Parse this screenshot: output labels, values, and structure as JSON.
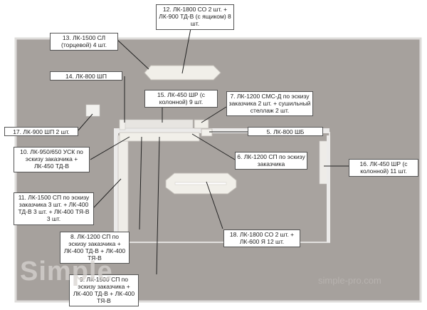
{
  "callouts": {
    "c12": "12. ЛК-1800 СО 2 шт. + ЛК-900 ТД-В (с ящиком) 8 шт.",
    "c13": "13. ЛК-1500 СЛ (торцевой) 4 шт.",
    "c14": "14. ЛК-800 ШП",
    "c15": "15. ЛК-450 ШР (с колонной) 9 шт.",
    "c7": "7. ЛК-1200 СМС-Д по эскизу заказчика 2 шт. + сушильный стеллаж 2 шт.",
    "c17": "17. ЛК-900 ШП 2 шт.",
    "c5": "5. ЛК-800 ШБ",
    "c10": "10. ЛК-950/650 УСК по эскизу заказчика + ЛК-450 ТД-В",
    "c6": "6. ЛК-1200 СП по эскизу заказчика",
    "c16": "16. ЛК-450 ШР (с колонной) 11 шт.",
    "c11": "11. ЛК-1500 СП по эскизу заказчика 3 шт. + ЛК-400 ТД-В 3 шт. + ЛК-400 ТЯ-В 3 шт.",
    "c8": "8. ЛК-1200 СП по эскизу заказчика + ЛК-400 ТД-В + ЛК-400 ТЯ-В",
    "c18": "18. ЛК-1800 СО 2 шт. + ЛК-600 Я 12 шт.",
    "c9": "9. ЛК-1500 СП по эскизу заказчика + ЛК-400 ТД-В + ЛК-400 ТЯ-В"
  },
  "watermarks": {
    "left": "Simple",
    "right": "simple-pro.com"
  },
  "colors": {
    "floor": "#a6a19d",
    "wall": "#ecebea",
    "furniture": "#f1efe9",
    "line": "#222222"
  }
}
